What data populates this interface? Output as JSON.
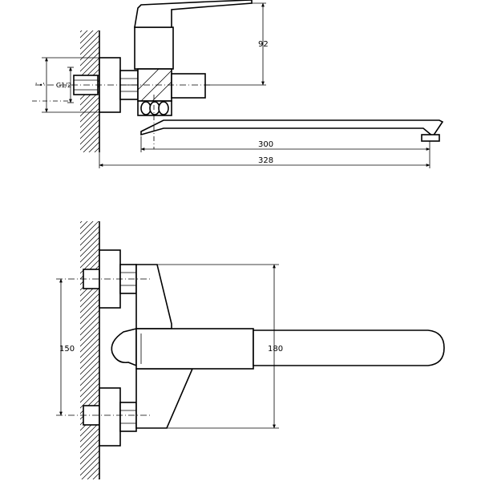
{
  "labels": {
    "thread": "G1/2",
    "side_mark": "' •'"
  },
  "dimensions": {
    "lever_height": "92",
    "spout_reach": "300",
    "overall_length": "328",
    "center_distance": "150",
    "spout_height": "180"
  },
  "colors": {
    "line": "#000000",
    "background": "#ffffff"
  }
}
